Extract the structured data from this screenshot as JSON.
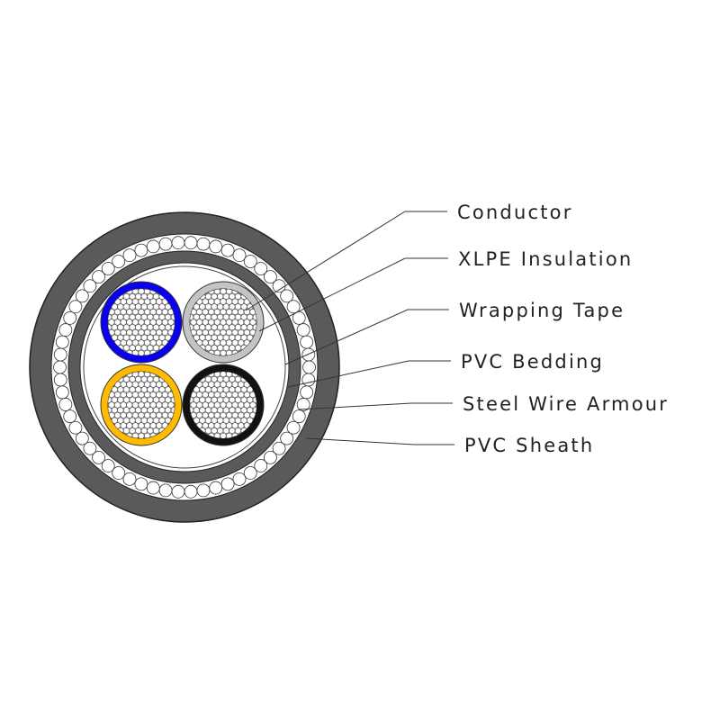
{
  "diagram": {
    "labels": [
      {
        "id": "conductor",
        "text": "Conductor"
      },
      {
        "id": "xlpe-insulation",
        "text": "XLPE Insulation"
      },
      {
        "id": "wrapping-tape",
        "text": "Wrapping Tape"
      },
      {
        "id": "pvc-bedding",
        "text": "PVC Bedding"
      },
      {
        "id": "steel-wire-armour",
        "text": "Steel Wire Armour"
      },
      {
        "id": "pvc-sheath",
        "text": "PVC Sheath"
      }
    ],
    "core_colors": [
      "#0a00f0",
      "#c4c4c4",
      "#ffbb00",
      "#111111"
    ],
    "sheath_color": "#5a5a5a"
  }
}
